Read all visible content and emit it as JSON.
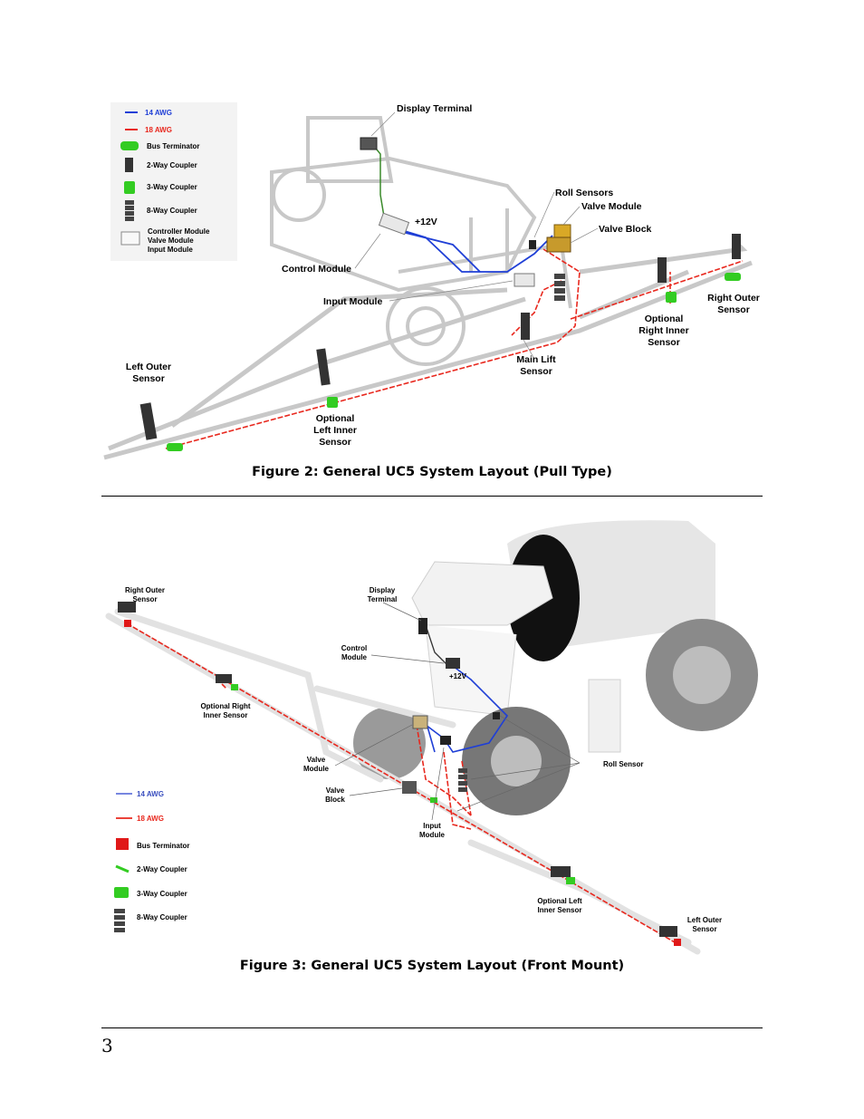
{
  "figure2": {
    "caption": "Figure 2: General UC5 System Layout (Pull Type)",
    "legend": {
      "awg14": "14 AWG",
      "awg18": "18 AWG",
      "bus_terminator": "Bus Terminator",
      "two_way": "2-Way Coupler",
      "three_way": "3-Way Coupler",
      "eight_way": "8-Way Coupler",
      "modules_1": "Controller Module",
      "modules_2": "Valve Module",
      "modules_3": "Input Module"
    },
    "labels": {
      "display_terminal": "Display Terminal",
      "plus12v": "+12V",
      "roll_sensors": "Roll Sensors",
      "valve_module": "Valve Module",
      "valve_block": "Valve Block",
      "control_module": "Control Module",
      "input_module": "Input Module",
      "right_outer_1": "Right Outer",
      "right_outer_2": "Sensor",
      "opt_right_inner_1": "Optional",
      "opt_right_inner_2": "Right Inner",
      "opt_right_inner_3": "Sensor",
      "main_lift_1": "Main Lift",
      "main_lift_2": "Sensor",
      "left_outer_1": "Left Outer",
      "left_outer_2": "Sensor",
      "opt_left_inner_1": "Optional",
      "opt_left_inner_2": "Left Inner",
      "opt_left_inner_3": "Sensor"
    }
  },
  "figure3": {
    "caption": "Figure 3: General UC5 System Layout (Front Mount)",
    "legend": {
      "awg14": "14 AWG",
      "awg18": "18 AWG",
      "bus_terminator": "Bus Terminator",
      "two_way": "2-Way Coupler",
      "three_way": "3-Way Coupler",
      "eight_way": "8-Way Coupler"
    },
    "labels": {
      "right_outer_1": "Right Outer",
      "right_outer_2": "Sensor",
      "display_1": "Display",
      "display_2": "Terminal",
      "control_1": "Control",
      "control_2": "Module",
      "plus12v": "+12V",
      "opt_right_inner_1": "Optional Right",
      "opt_right_inner_2": "Inner Sensor",
      "valve_module_1": "Valve",
      "valve_module_2": "Module",
      "roll_sensor": "Roll Sensor",
      "valve_block_1": "Valve",
      "valve_block_2": "Block",
      "input_module_1": "Input",
      "input_module_2": "Module",
      "opt_left_inner_1": "Optional Left",
      "opt_left_inner_2": "Inner Sensor",
      "left_outer_1": "Left Outer",
      "left_outer_2": "Sensor"
    }
  },
  "page_number": "3",
  "colors": {
    "wire_14awg": "#1f3fd6",
    "wire_18awg": "#e8281e",
    "coupler_green": "#33cc22",
    "terminator_red": "#e01818",
    "outline_gray": "#c8c8c8"
  }
}
